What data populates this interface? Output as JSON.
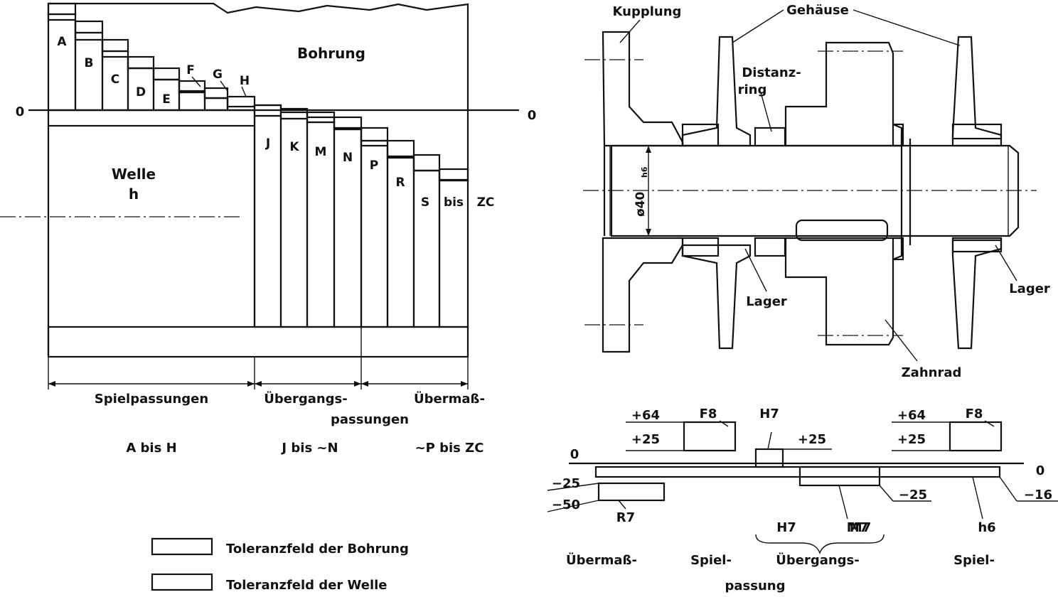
{
  "left_diagram": {
    "zero_left": "0",
    "zero_right": "0",
    "bore_label": "Bohrung",
    "shaft_label_1": "Welle",
    "shaft_label_2": "h",
    "hole_letters_above": [
      "A",
      "B",
      "C",
      "D",
      "E",
      "F",
      "G",
      "H"
    ],
    "hole_letters_below": [
      "J",
      "K",
      "M",
      "N",
      "P",
      "R",
      "S"
    ],
    "bis_label": "bis",
    "zc_label": "ZC",
    "group_clearance": "Spielpassungen",
    "group_transition_1": "Übergangs-",
    "group_transition_2": "passungen",
    "group_interference": "Übermaß-",
    "range_clearance": "A bis H",
    "range_transition": "J bis ~N",
    "range_interference": "~P bis ZC"
  },
  "legend": {
    "bore_tolerance": "Toleranzfeld der Bohrung",
    "shaft_tolerance": "Toleranzfeld der Welle"
  },
  "assembly": {
    "coupling": "Kupplung",
    "housing": "Gehäuse",
    "spacer_1": "Distanz-",
    "spacer_2": "ring",
    "bearing_left": "Lager",
    "bearing_right": "Lager",
    "gear": "Zahnrad",
    "shaft_dim": "ø40",
    "shaft_dim_sub": "h6"
  },
  "fit_diagram": {
    "zero_left": "0",
    "zero_right": "0",
    "plus64_a": "+64",
    "plus25_a": "+25",
    "f8_a": "F8",
    "h7_top": "H7",
    "plus25_mid": "+25",
    "plus64_b": "+64",
    "plus25_b": "+25",
    "f8_b": "F8",
    "minus25_left": "−25",
    "minus50_left": "−50",
    "r7": "R7",
    "minus25_mid": "−25",
    "m7": "M7",
    "minus16": "−16",
    "h6": "h6",
    "h7_brace": "H7",
    "m7_brace": "M7",
    "label_interference": "Übermaß-",
    "label_clearance": "Spiel-",
    "label_transition": "Übergangs-",
    "label_clearance_2": "Spiel-",
    "label_fit": "passung"
  }
}
